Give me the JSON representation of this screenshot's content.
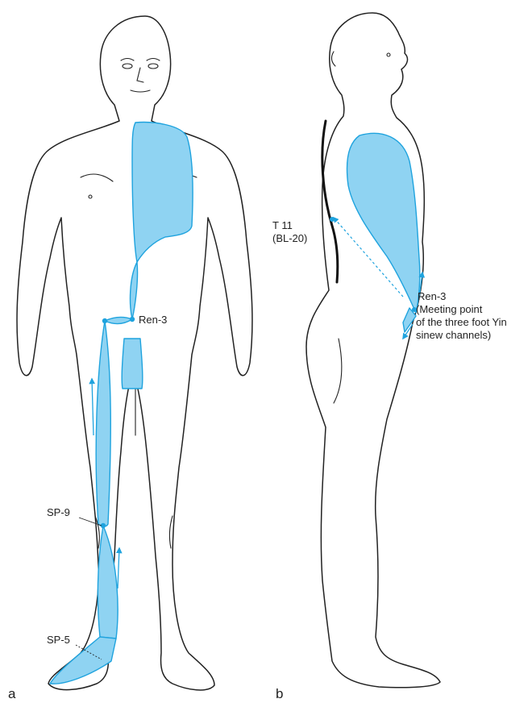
{
  "colors": {
    "sinew_fill": "#8fd3f2",
    "sinew_stroke": "#1fa3de",
    "outline": "#222222",
    "spine_line": "#111111"
  },
  "panels": [
    {
      "id": "a",
      "panel_label": "a",
      "view": "front",
      "points": [
        {
          "key": "ren3",
          "label": "Ren-3"
        },
        {
          "key": "sp9",
          "label": "SP-9"
        },
        {
          "key": "sp5",
          "label": "SP-5"
        }
      ]
    },
    {
      "id": "b",
      "panel_label": "b",
      "view": "side",
      "points": [
        {
          "key": "t11",
          "label_lines": [
            "T 11",
            "(BL-20)"
          ]
        },
        {
          "key": "ren3",
          "label_lines": [
            "Ren-3",
            "(Meeting point",
            "of the three foot Yin",
            "sinew channels)"
          ]
        }
      ]
    }
  ]
}
